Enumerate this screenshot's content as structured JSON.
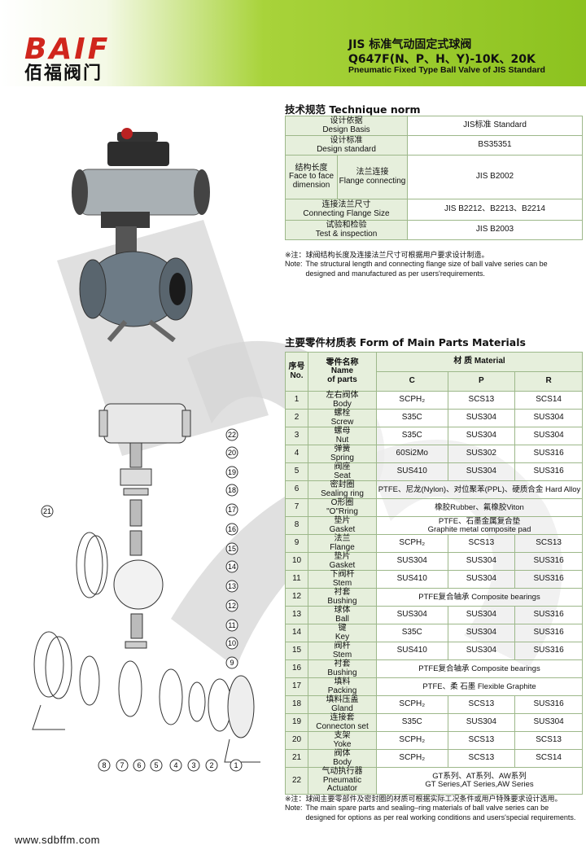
{
  "header": {
    "logo_text": "BAIF",
    "logo_cn": "佰福阀门",
    "title_cn": "JIS 标准气动固定式球阀",
    "title_model": "Q647F(N、P、H、Y)-10K、20K",
    "title_en": "Pneumatic Fixed Type Ball Valve of JIS Standard"
  },
  "technique": {
    "title": "技术规范  Technique norm",
    "rows": [
      {
        "label_cn": "设计依据",
        "label_en": "Design Basis",
        "value": "JIS标准 Standard"
      },
      {
        "label_cn": "设计标准",
        "label_en": "Design standard",
        "value": "BS35351"
      },
      {
        "label_a_cn": "结构长度",
        "label_a_en": "Face to face dimension",
        "label_b_cn": "法兰连接",
        "label_b_en": "Flange connecting",
        "value": "JIS B2002"
      },
      {
        "label_cn": "连接法兰尺寸",
        "label_en": "Connecting Flange Size",
        "value": "JIS B2212、B2213、B2214"
      },
      {
        "label_cn": "试验和检验",
        "label_en": "Test & inspection",
        "value": "JIS B2003"
      }
    ],
    "note_cn": "※注：球阀结构长度及连接法兰尺寸可根据用户要求设计制造。",
    "note_en_label": "Note:",
    "note_en": "The structural length and connecting flange size of ball valve series can be designed and manufactured as per users'requirements."
  },
  "materials": {
    "title": "主要零件材质表  Form of Main Parts Materials",
    "headers": {
      "no_cn": "序号",
      "no_en": "No.",
      "name_cn": "零件名称",
      "name_en1": "Name",
      "name_en2": "of parts",
      "material": "材 质 Material",
      "c": "C",
      "p": "P",
      "r": "R"
    },
    "rows": [
      {
        "no": "1",
        "cn": "左右阀体",
        "en": "Body",
        "c": "SCPH₂",
        "p": "SCS13",
        "r": "SCS14"
      },
      {
        "no": "2",
        "cn": "螺栓",
        "en": "Screw",
        "c": "S35C",
        "p": "SUS304",
        "r": "SUS304"
      },
      {
        "no": "3",
        "cn": "螺母",
        "en": "Nut",
        "c": "S35C",
        "p": "SUS304",
        "r": "SUS304"
      },
      {
        "no": "4",
        "cn": "弹簧",
        "en": "Spring",
        "c": "60Si2Mo",
        "p": "SUS302",
        "r": "SUS316"
      },
      {
        "no": "5",
        "cn": "阀座",
        "en": "Seat",
        "c": "SUS410",
        "p": "SUS304",
        "r": "SUS316"
      },
      {
        "no": "6",
        "cn": "密封圈",
        "en": "Sealing ring",
        "span": "PTFE、尼龙(Nylon)、对位聚苯(PPL)、硬质合金 Hard Alloy"
      },
      {
        "no": "7",
        "cn": "O形圈",
        "en": "\"O\"Rring",
        "span": "橡胶Rubber、氟橡胶Viton"
      },
      {
        "no": "8",
        "cn": "垫片",
        "en": "Gasket",
        "span": "PTFE、石墨金属复合垫",
        "span2": "Graphite metal composite pad"
      },
      {
        "no": "9",
        "cn": "法兰",
        "en": "Flange",
        "c": "SCPH₂",
        "p": "SCS13",
        "r": "SCS13"
      },
      {
        "no": "10",
        "cn": "垫片",
        "en": "Gasket",
        "c": "SUS304",
        "p": "SUS304",
        "r": "SUS316"
      },
      {
        "no": "11",
        "cn": "下阀杆",
        "en": "Stem",
        "c": "SUS410",
        "p": "SUS304",
        "r": "SUS316"
      },
      {
        "no": "12",
        "cn": "衬套",
        "en": "Bushing",
        "span": "PTFE复合轴承 Composite bearings"
      },
      {
        "no": "13",
        "cn": "球体",
        "en": "Ball",
        "c": "SUS304",
        "p": "SUS304",
        "r": "SUS316"
      },
      {
        "no": "14",
        "cn": "键",
        "en": "Key",
        "c": "S35C",
        "p": "SUS304",
        "r": "SUS316"
      },
      {
        "no": "15",
        "cn": "阀杆",
        "en": "Stem",
        "c": "SUS410",
        "p": "SUS304",
        "r": "SUS316"
      },
      {
        "no": "16",
        "cn": "衬套",
        "en": "Bushing",
        "span": "PTFE复合轴承 Composite bearings"
      },
      {
        "no": "17",
        "cn": "填料",
        "en": "Packing",
        "span": "PTFE、柔  石墨 Flexible Graphite"
      },
      {
        "no": "18",
        "cn": "填料压盖",
        "en": "Gland",
        "c": "SCPH₂",
        "p": "SCS13",
        "r": "SUS316"
      },
      {
        "no": "19",
        "cn": "连接套",
        "en": "Connecton set",
        "c": "S35C",
        "p": "SUS304",
        "r": "SUS304"
      },
      {
        "no": "20",
        "cn": "支架",
        "en": "Yoke",
        "c": "SCPH₂",
        "p": "SCS13",
        "r": "SCS13"
      },
      {
        "no": "21",
        "cn": "阀体",
        "en": "Body",
        "c": "SCPH₂",
        "p": "SCS13",
        "r": "SCS14"
      },
      {
        "no": "22",
        "cn": "气动执行器",
        "en": "Pneumatic Actuator",
        "span": "GT系列、AT系列、AW系列",
        "span2": "GT Series,AT Series,AW Series"
      }
    ],
    "note_cn": "※注：球阀主要零部件及密封圈的材质可根据实际工况条件或用户特殊要求设计选用。",
    "note_en_label": "Note:",
    "note_en": "The main spare parts and sealing–ring materials of ball valve series can be designed for options as per real working conditions and users'special requirements."
  },
  "callouts": {
    "right": [
      "22",
      "20",
      "19",
      "18",
      "17",
      "16",
      "15",
      "14",
      "13",
      "12",
      "11",
      "10",
      "9"
    ],
    "left": "21",
    "bottom": [
      "8",
      "7",
      "6",
      "5",
      "4",
      "3",
      "2",
      "1"
    ]
  },
  "footer": {
    "url": "www.sdbffm.com"
  },
  "colors": {
    "header_green": "#8cc21f",
    "logo_red": "#d0261d",
    "table_fill": "#e6efdc",
    "table_border": "#9db88a",
    "watermark": "#d9d9d9"
  }
}
